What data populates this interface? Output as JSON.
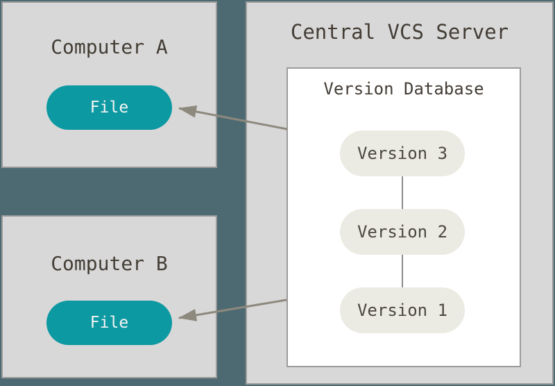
{
  "colors": {
    "background": "#4d6a72",
    "box_background": "#d8d8d8",
    "box_border": "#9b9b9b",
    "database_background": "#ffffff",
    "file_pill": "#0d99a1",
    "file_pill_text": "#f4f4f4",
    "version_pill": "#ebebe3",
    "title_text": "#433d35",
    "arrow": "#8e897e"
  },
  "computer_a": {
    "title": "Computer A",
    "file_label": "File"
  },
  "computer_b": {
    "title": "Computer B",
    "file_label": "File"
  },
  "server": {
    "title": "Central VCS Server",
    "database": {
      "title": "Version Database",
      "versions": [
        "Version 3",
        "Version 2",
        "Version 1"
      ]
    }
  }
}
